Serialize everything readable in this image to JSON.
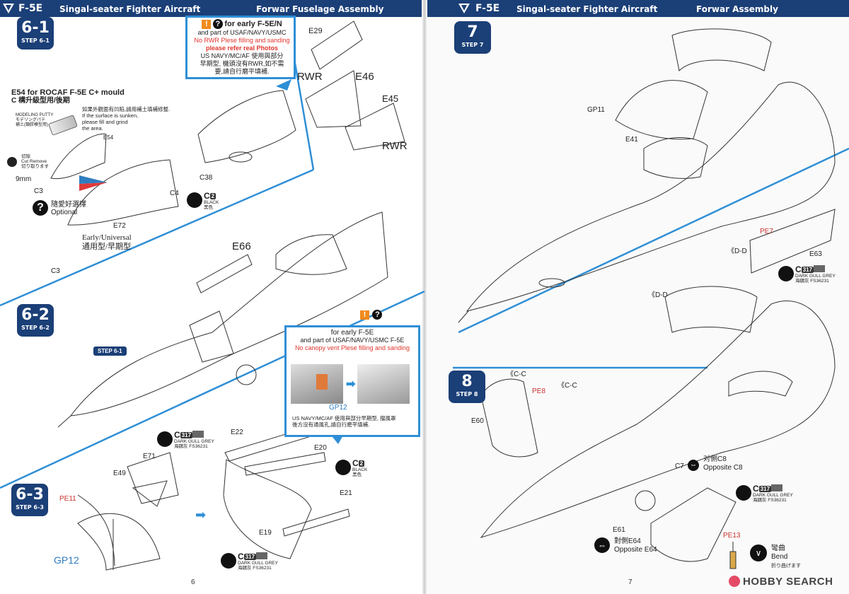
{
  "header": {
    "left": {
      "aircraft": "F-5E",
      "title": "Singal-seater Fighter Aircraft",
      "section": "Forwar Fuselage Assembly"
    },
    "right": {
      "aircraft": "F-5E",
      "title": "Singal-seater Fighter Aircraft",
      "section": "Forwar   Assembly"
    }
  },
  "steps": {
    "s61": {
      "num": "6-1",
      "label": "STEP 6-1"
    },
    "s62": {
      "num": "6-2",
      "label": "STEP 6-2"
    },
    "s63": {
      "num": "6-3",
      "label": "STEP 6-3"
    },
    "s7": {
      "num": "7",
      "label": "STEP 7"
    },
    "s8": {
      "num": "8",
      "label": "STEP 8"
    },
    "ref61": "STEP 6-1"
  },
  "callout1": {
    "title": "for early F-5E/N",
    "line1": "and part of USAF/NAVY/USMC",
    "line2": "No RWR Plese filling and sanding",
    "line3": "please refer real Photos",
    "line4": "US NAVY/MC/AF 使用與部分",
    "line5": "早期型, 機頭沒有RWR,如不需",
    "line6": "要,請自行磨平填補."
  },
  "e54note": {
    "title": "E54 for ROCAF F-5E C+ mould",
    "subtitle": "C 構升級型用/後期",
    "cn": "如果外觀面有凹陷,請用補土填補修整.",
    "en1": "If the surface is sunken,",
    "en2": "please fill and grind",
    "en3": "the area."
  },
  "putty": {
    "label": "MODELING PUTTY",
    "jp": "モデリングパテ",
    "cn": "補土(類膠模型用)"
  },
  "cut": {
    "cn": "切除",
    "en": "Cut Remove",
    "jp": "切り取ります"
  },
  "optional": {
    "cn": "隨愛好選擇",
    "en": "Optional"
  },
  "early_universal": {
    "en": "Early/Universal",
    "cn": "通用型/早期型"
  },
  "dimension": "9mm",
  "callout2": {
    "title": "for early F-5E",
    "line1": "and part of USAF/NAVY/USMC F-5E",
    "line2": "No canopy  vent Plese filling and sanding",
    "gp": "GP12",
    "line3": "US NAVY/MC/AF 使用與部分早期型, 擋風罩",
    "line4": "後方沒有通風孔,請自行磨平填補."
  },
  "paints": {
    "c2_a": {
      "code": "C",
      "num": "2",
      "name": "BLACK",
      "cn": "黑色",
      "swatch": "#111111"
    },
    "c2_b": {
      "code": "C",
      "num": "2",
      "name": "BLACK",
      "cn": "黑色",
      "swatch": "#111111"
    },
    "c317_a": {
      "code": "C",
      "num": "317",
      "name": "DARK GULL GREY",
      "cn": "海鷗灰 FS36231",
      "swatch": "#666666"
    },
    "c317_b": {
      "code": "C",
      "num": "317",
      "name": "DARK GULL GREY",
      "cn": "海鷗灰 FS36231",
      "swatch": "#666666"
    },
    "c317_c": {
      "code": "C",
      "num": "317",
      "name": "DARK GULL GREY",
      "cn": "海鷗灰 FS36231",
      "swatch": "#666666"
    },
    "c317_d": {
      "code": "C",
      "num": "317",
      "name": "DARK GULL GREY",
      "cn": "海鷗灰 FS36231",
      "swatch": "#666666"
    }
  },
  "parts_left": {
    "E29": "E29",
    "RWR1": "RWR",
    "E46": "E46",
    "E45": "E45",
    "RWR2": "RWR",
    "E54": "E54",
    "C3a": "C3",
    "C4": "C4",
    "C38": "C38",
    "E72": "E72",
    "C3b": "C3",
    "E66": "E66",
    "E22": "E22",
    "E20": "E20",
    "E71": "E71",
    "E49": "E49",
    "PE11": "PE11",
    "E21": "E21",
    "E19": "E19",
    "GP12": "GP12"
  },
  "parts_right": {
    "GP11": "GP11",
    "E41": "E41",
    "PE7": "PE7",
    "DD1": "《D-D",
    "E63": "E63",
    "DD2": "《D-D",
    "CC1": "《C-C",
    "CC2": "《C-C",
    "PE8": "PE8",
    "E60": "E60",
    "C7": "C7",
    "C8cn": "对側C8",
    "C8en": "Opposite C8",
    "E61": "E61",
    "PE13": "PE13",
    "E64cn": "對側E64",
    "E64en": "Opposite E64",
    "bend_cn": "彎曲",
    "bend_en": "Bend",
    "bend_jp": "折り曲げます"
  },
  "page_numbers": {
    "left": "6",
    "right": "7"
  },
  "watermark": "HOBBY SEARCH"
}
